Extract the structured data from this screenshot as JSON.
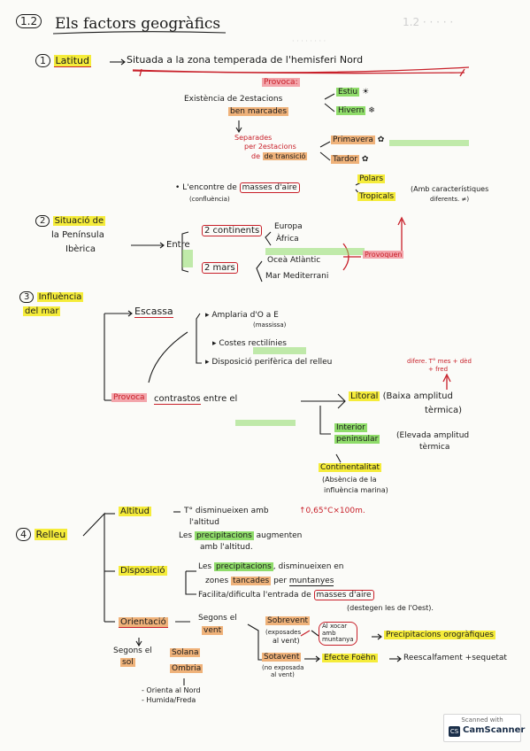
{
  "header": {
    "number": "1.2",
    "title": "Els factors geogràfics"
  },
  "s1": {
    "num": "1",
    "heading": "Latitud",
    "statement": "Situada a la zona temperada de l'hemisferi Nord",
    "provoca": "Provoca:",
    "exist": "Existència de 2estacions",
    "marcades": "ben marcades",
    "estiu": "Estiu",
    "hivern": "Hivern",
    "separades1": "Separades",
    "separades2": "per 2estacions",
    "transicio": "de transició",
    "primavera": "Primavera",
    "tardor": "Tardor",
    "encontre": "L'encontre de",
    "masses": "masses d'aire",
    "confluencia": "(confluència)",
    "polars": "Polars",
    "tropicals": "Tropicals",
    "caract1": "(Amb característiques",
    "caract2": "diferents. ≠)"
  },
  "s2": {
    "num": "2",
    "h1": "Situació de",
    "h2": "la Península",
    "h3": "Ibèrica",
    "entre": "Entre",
    "continents": "2 continents",
    "europa": "Europa",
    "africa": "Àfrica",
    "mars": "2 mars",
    "atlantic": "Oceà Atlàntic",
    "medit": "Mar Mediterrani",
    "provoquen": "Provoquen"
  },
  "s3": {
    "num": "3",
    "h1": "Influència",
    "h2": "del mar",
    "escassa": "Escassa",
    "amplaria": "Amplaria d'O a E",
    "massissa": "(massissa)",
    "costes": "Costes rectilínies",
    "disposicio": "Disposició perifèrica del relleu",
    "diferT1": "difere. T° mes + dèd",
    "diferT2": "+ fred",
    "provoca": "Provoca",
    "contrastos": "contrastos",
    "entre": "entre el",
    "litoral": "Litoral",
    "baixa1": "(Baixa amplitud",
    "baixa2": "tèrmica)",
    "interior": "Interior",
    "peninsular": "peninsular",
    "elevada1": "(Elevada amplitud",
    "elevada2": "tèrmica",
    "continentalitat": "Continentalitat",
    "abs1": "(Absència de la",
    "abs2": "influència marina)"
  },
  "s4": {
    "num": "4",
    "heading": "Relleu",
    "altitud": "Altitud",
    "t1": "T° disminueixen amb",
    "gradient": "↑0,65°C×100m.",
    "t2": "l'altitud",
    "les": "Les",
    "precip": "precipitacions",
    "augmenten": "augmenten",
    "amb": "amb l'altitud.",
    "disposicio": "Disposició",
    "les2": "Les",
    "precip2": "precipitacions",
    "disminueixen": ", disminueixen en",
    "zones": "zones",
    "tancades": "tancades",
    "per": "per",
    "muntanyes": "muntanyes",
    "facilita": "Facilita/dificulta l'entrada de",
    "masses": "masses d'aire",
    "desteguen": "(destegen les de l'Oest).",
    "orientacio": "Orientació",
    "segons": "Segons el",
    "vent": "vent",
    "sobrevent": "Sobrevent",
    "exp1": "(exposades",
    "exp2": "al vent)",
    "xocar1": "Al xocar",
    "xocar2": "amb",
    "xocar3": "muntanya",
    "orografiques": "Precipitacions orogràfiques",
    "sotavent": "Sotavent",
    "noexp1": "(no exposada",
    "noexp2": "al vent)",
    "foehn": "Efecte Foëhn",
    "reescalf": "Reescalfament +sequetat",
    "segons2": "Segons el",
    "sol": "sol",
    "solana": "Solana",
    "obaga": "Ombria",
    "orienta": "- Orienta al Nord",
    "humida": "- Humida/Freda"
  },
  "badge": {
    "scanned": "Scanned with",
    "brand": "CamScanner",
    "icon": "CS"
  }
}
